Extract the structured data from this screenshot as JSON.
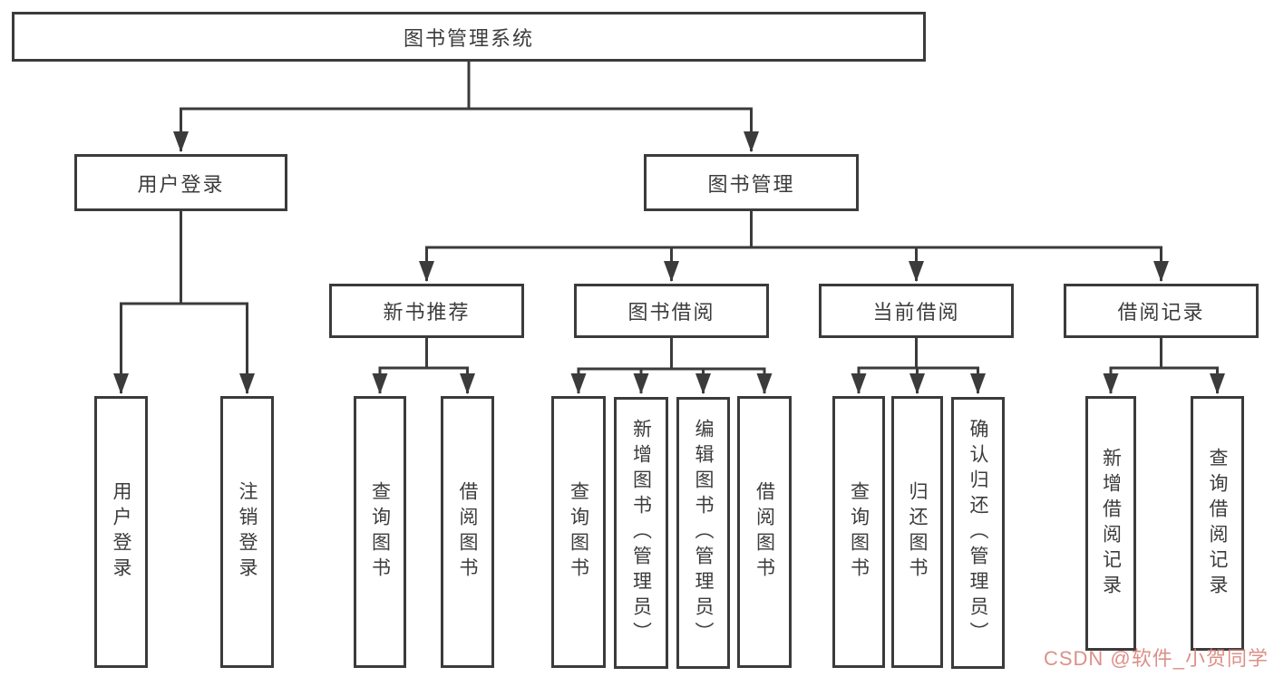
{
  "diagram": {
    "title": "图书管理系统",
    "type": "hierarchy-tree",
    "colors": {
      "line": "#3b3b3b",
      "box_border": "#3b3b3b",
      "box_background": "#ffffff",
      "text": "#3c3c3c",
      "watermark": "#d67c73"
    }
  },
  "tree": {
    "root": {
      "label": "图书管理系统"
    },
    "login_branch": {
      "label": "用户登录",
      "children": [
        {
          "label": "用户登录"
        },
        {
          "label": "注销登录"
        }
      ]
    },
    "mgmt_branch": {
      "label": "图书管理",
      "groups": [
        {
          "label": "新书推荐",
          "children": [
            {
              "label": "查询图书"
            },
            {
              "label": "借阅图书"
            }
          ]
        },
        {
          "label": "图书借阅",
          "children": [
            {
              "label": "查询图书"
            },
            {
              "label": "新增图书（管理员）"
            },
            {
              "label": "编辑图书（管理员）"
            },
            {
              "label": "借阅图书"
            }
          ]
        },
        {
          "label": "当前借阅",
          "children": [
            {
              "label": "查询图书"
            },
            {
              "label": "归还图书"
            },
            {
              "label": "确认归还（管理员）"
            }
          ]
        },
        {
          "label": "借阅记录",
          "children": [
            {
              "label": "新增借阅记录"
            },
            {
              "label": "查询借阅记录"
            }
          ]
        }
      ]
    }
  },
  "watermark": {
    "text": "CSDN @软件_小贺同学"
  }
}
